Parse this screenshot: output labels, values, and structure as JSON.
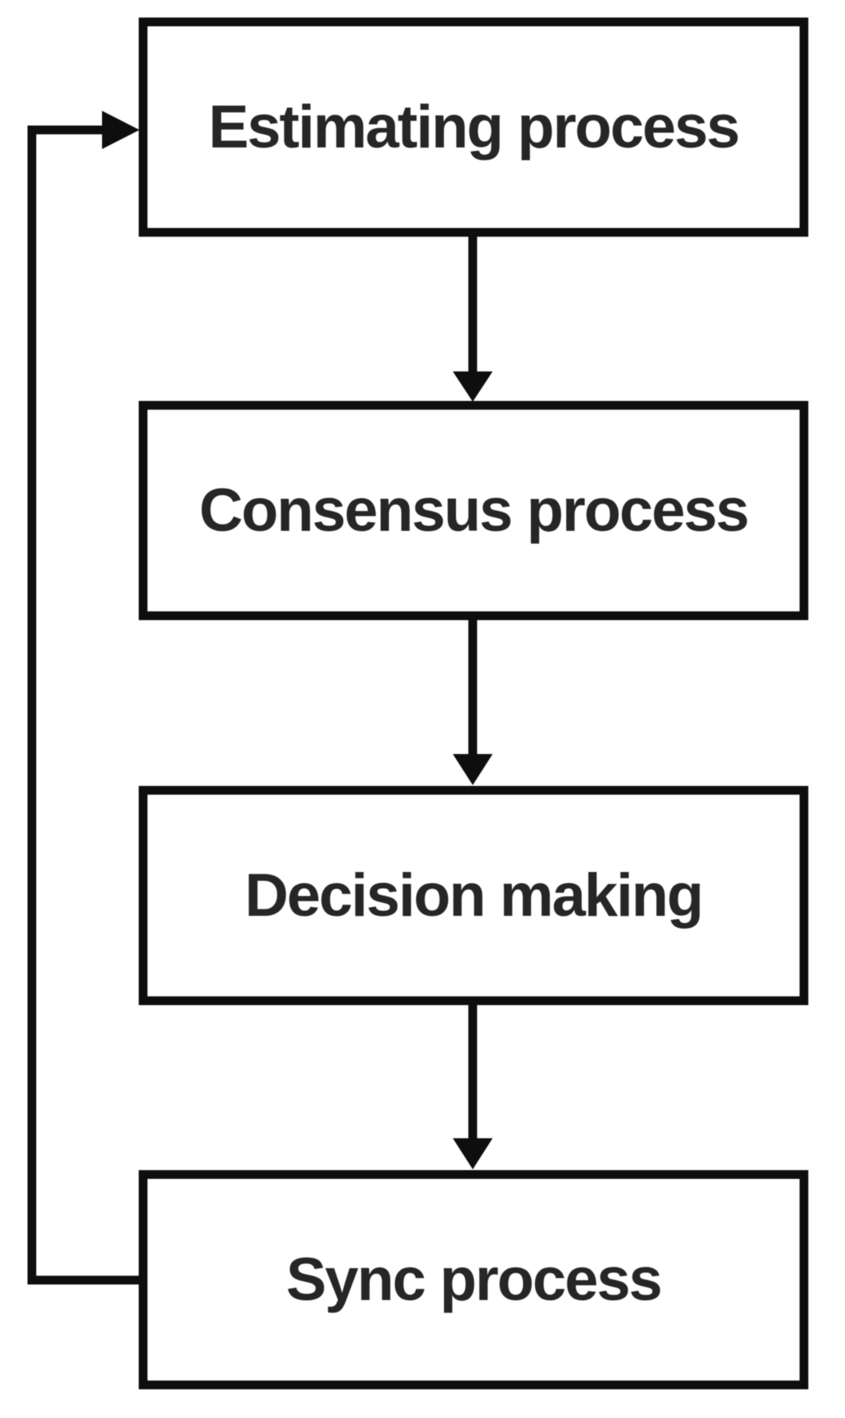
{
  "diagram": {
    "type": "flowchart",
    "background_color": "#ffffff",
    "line_color": "#0e0e0e",
    "text_color": "#262626",
    "nodes": [
      {
        "id": "estimating",
        "label": "Estimating process"
      },
      {
        "id": "consensus",
        "label": "Consensus process"
      },
      {
        "id": "decision",
        "label": "Decision making"
      },
      {
        "id": "sync",
        "label": "Sync process"
      }
    ],
    "edges": [
      {
        "from": "estimating",
        "to": "consensus",
        "style": "arrow-down"
      },
      {
        "from": "consensus",
        "to": "decision",
        "style": "arrow-down"
      },
      {
        "from": "decision",
        "to": "sync",
        "style": "arrow-down"
      },
      {
        "from": "sync",
        "to": "estimating",
        "style": "feedback-loop-left"
      }
    ]
  }
}
